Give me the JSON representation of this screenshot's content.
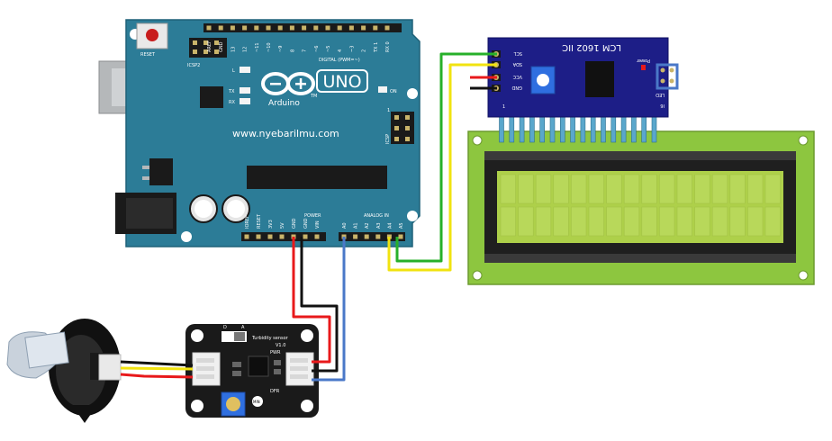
{
  "arduino": {
    "brand": "Arduino",
    "tm": "TM",
    "model": "UNO",
    "website": "www.nyebarilmu.com",
    "reset_label": "RESET",
    "icsp2_label": "ICSP2",
    "icsp_label": "ICSP",
    "led_l": "L",
    "led_tx": "TX",
    "led_rx": "RX",
    "led_on": "ON",
    "digital_header": "DIGITAL (PWM=~)",
    "power_header": "POWER",
    "analog_header": "ANALOG IN",
    "digital_pins": [
      "AREF",
      "GND",
      "13",
      "12",
      "~11",
      "~10",
      "~9",
      "8",
      "7",
      "~6",
      "~5",
      "4",
      "~3",
      "2",
      "TX 1",
      "RX 0"
    ],
    "power_pins": [
      "IOREF",
      "RESET",
      "3V3",
      "5V",
      "GND",
      "GND",
      "VIN"
    ],
    "analog_pins": [
      "A0",
      "A1",
      "A2",
      "A3",
      "A4",
      "A5"
    ]
  },
  "lcd_module": {
    "title": "LCM 1602 IIC",
    "power_label": "Power",
    "pins": [
      "SCL",
      "SDA",
      "VCC",
      "GND"
    ],
    "led_label": "LED",
    "id_label": "I6",
    "pin1_label": "1"
  },
  "turbidity": {
    "title": "Turbidity sensor",
    "version": "V1.0",
    "mode_d": "D",
    "mode_a": "A",
    "pwr_label": "PWR",
    "dfr_label": "DFR",
    "mini_label": "MIN"
  },
  "colors": {
    "board_teal": "#2c7c97",
    "wire_red": "#e8191b",
    "wire_black": "#111111",
    "wire_blue": "#4a78c8",
    "wire_green": "#27b02a",
    "wire_yellow": "#f1e310",
    "lcd_green": "#8dc63f",
    "screen_green": "#aed04a",
    "module_blue": "#1d1e87"
  }
}
